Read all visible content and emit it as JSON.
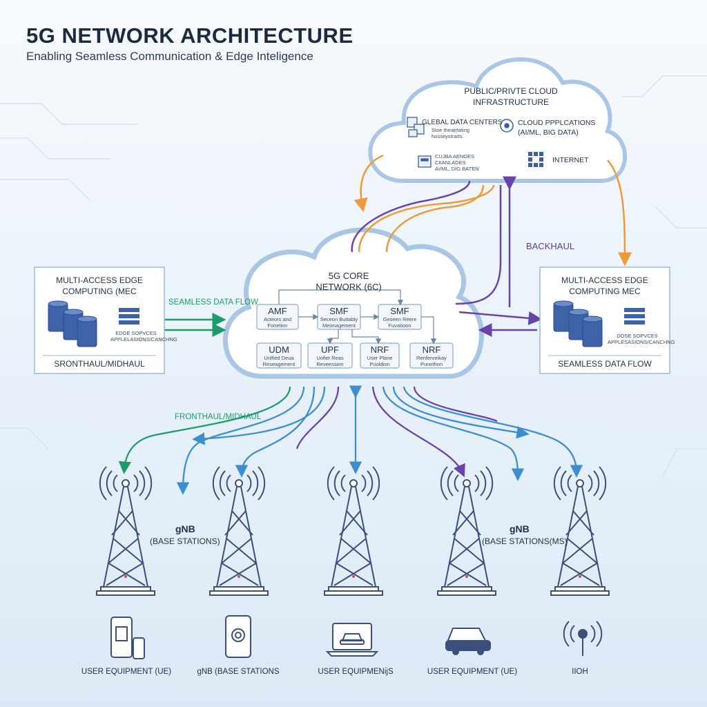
{
  "header": {
    "title": "5G NETWORK ARCHITECTURE",
    "subtitle": "Enabling Seamless Communication & Edge Inteligence"
  },
  "cloud": {
    "title_line1": "PUBLIC/PRIVTE CLOUD",
    "title_line2": "INFRASTRUCTURE",
    "data_centers": "GLEBAL DATA CENTERS",
    "data_centers_sub1": "Stoe theatrtating",
    "data_centers_sub2": "hosseystrarts",
    "cloud_apps_line1": "CLOUD PPPLCATIONS",
    "cloud_apps_line2": "(AI/ML, BIG DATA)",
    "services_line1": "CUJBA AENOES",
    "services_line2": "CIIANLADES",
    "services_line3": "AI/ML, DIG BATEN",
    "internet": "INTERNET"
  },
  "core": {
    "title_line1": "5G CORE",
    "title_line2": "NETWORK (6C)",
    "functions": [
      {
        "name": "AMF",
        "desc1": "Acteors and",
        "desc2": "Fonetion"
      },
      {
        "name": "SMF",
        "desc1": "Seceon Buttably",
        "desc2": "Meonagement"
      },
      {
        "name": "SMF",
        "desc1": "Geseen Reere",
        "desc2": "Fuvatioon"
      },
      {
        "name": "UDM",
        "desc1": "Unlfied Deua",
        "desc2": "Reseagement"
      },
      {
        "name": "UPF",
        "desc1": "Uofiet Reas",
        "desc2": "Reveession"
      },
      {
        "name": "NRF",
        "desc1": "User Plane",
        "desc2": "Puoldion"
      },
      {
        "name": "NRF",
        "desc1": "Renferveikay",
        "desc2": "Punothon"
      }
    ]
  },
  "mec_left": {
    "title_line1": "MULTI-ACCESS EDGE",
    "title_line2": "COMPUTING (MEC",
    "services_line1": "EDGE SOPVCES",
    "services_line2": "APPLELASIONS/CANCHNG",
    "footer": "SRONTHAUL/MIDHAUL"
  },
  "mec_right": {
    "title_line1": "MULTI-ACCESS EDGE",
    "title_line2": "COMPUTING MEC",
    "services_line1": "DOSE SOPVCES",
    "services_line2": "APPLESASIONS/CANCHNG",
    "footer": "SEAMLESS DATA FLOW"
  },
  "links": {
    "seamless": "SEAMLESS DATA FLOW",
    "backhaul": "BACKHAUL",
    "fronthaul": "FRONTHAUL/MIDHAUL"
  },
  "gnb": {
    "left_title": "gNB",
    "left_sub": "(BASE STATIONS)",
    "right_title": "gNB",
    "right_sub": "(BASE STATIONS(MS)"
  },
  "ue": [
    {
      "label": "USER EQUIPMENT (UE)",
      "icon": "phone-tablet-icon"
    },
    {
      "label": "gNB (BASE STATIONS",
      "icon": "smartphone-icon"
    },
    {
      "label": "USER EQUIPMENĳS",
      "icon": "laptop-car-icon"
    },
    {
      "label": "USER EQUIPMENT (UE)",
      "icon": "car-icon"
    },
    {
      "label": "IIOH",
      "icon": "iot-antenna-icon"
    }
  ],
  "colors": {
    "blue": "#3b8fd0",
    "green": "#1f9a6a",
    "purple": "#6a43a8",
    "orange": "#ee9a3a",
    "navy": "#3a4f7a"
  }
}
